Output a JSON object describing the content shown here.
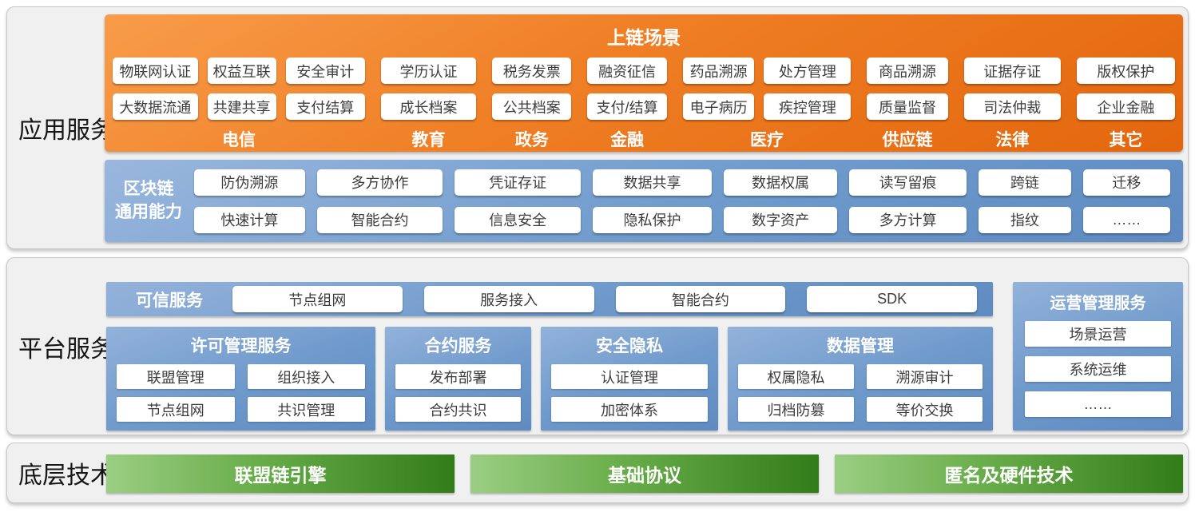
{
  "colors": {
    "orange_top": "#f89c4a",
    "orange_bottom": "#e3660d",
    "blue_top": "#93b2da",
    "blue_bottom": "#5d8ac1",
    "green_left": "#9bce83",
    "green_right": "#327c1a",
    "panel_bg": "#f0f0f1",
    "box_text": "#3c3c3c"
  },
  "app": {
    "panel_label": "应用服务",
    "onchain": {
      "title": "上链场景",
      "groups": [
        {
          "name": "电信",
          "cols": [
            [
              "物联网认证",
              "大数据流通"
            ],
            [
              "权益互联",
              "共建共享"
            ],
            [
              "安全审计",
              "支付结算"
            ]
          ]
        },
        {
          "name": "教育",
          "cols": [
            [
              "学历认证",
              "成长档案"
            ]
          ]
        },
        {
          "name": "政务",
          "cols": [
            [
              "税务发票",
              "公共档案"
            ]
          ]
        },
        {
          "name": "金融",
          "cols": [
            [
              "融资征信",
              "支付/结算"
            ]
          ]
        },
        {
          "name": "医疗",
          "cols": [
            [
              "药品溯源",
              "电子病历"
            ],
            [
              "处方管理",
              "疾控管理"
            ]
          ]
        },
        {
          "name": "供应链",
          "cols": [
            [
              "商品溯源",
              "质量监督"
            ]
          ]
        },
        {
          "name": "法律",
          "cols": [
            [
              "证据存证",
              "司法仲裁"
            ]
          ]
        },
        {
          "name": "其它",
          "cols": [
            [
              "版权保护",
              "企业金融"
            ]
          ]
        }
      ]
    },
    "cap": {
      "label1": "区块链",
      "label2": "通用能力",
      "row1": [
        "防伪溯源",
        "多方协作",
        "凭证存证",
        "数据共享",
        "数据权属",
        "读写留痕",
        "跨链",
        "迁移"
      ],
      "row2": [
        "快速计算",
        "智能合约",
        "信息安全",
        "隐私保护",
        "数字资产",
        "多方计算",
        "指纹",
        "……"
      ]
    }
  },
  "platform": {
    "panel_label": "平台服务",
    "trusted": {
      "title": "可信服务",
      "items": [
        "节点组网",
        "服务接入",
        "智能合约",
        "SDK"
      ]
    },
    "groups": [
      {
        "title": "许可管理服务",
        "items": [
          "联盟管理",
          "组织接入",
          "节点组网",
          "共识管理"
        ]
      },
      {
        "title": "合约服务",
        "items": [
          "发布部署",
          "合约共识"
        ]
      },
      {
        "title": "安全隐私",
        "items": [
          "认证管理",
          "加密体系"
        ]
      },
      {
        "title": "数据管理",
        "items": [
          "权属隐私",
          "溯源审计",
          "归档防篡",
          "等价交换"
        ]
      }
    ],
    "ops": {
      "title": "运营管理服务",
      "items": [
        "场景运营",
        "系统运维",
        "……"
      ]
    }
  },
  "base": {
    "panel_label": "底层技术",
    "items": [
      "联盟链引擎",
      "基础协议",
      "匿名及硬件技术"
    ]
  }
}
